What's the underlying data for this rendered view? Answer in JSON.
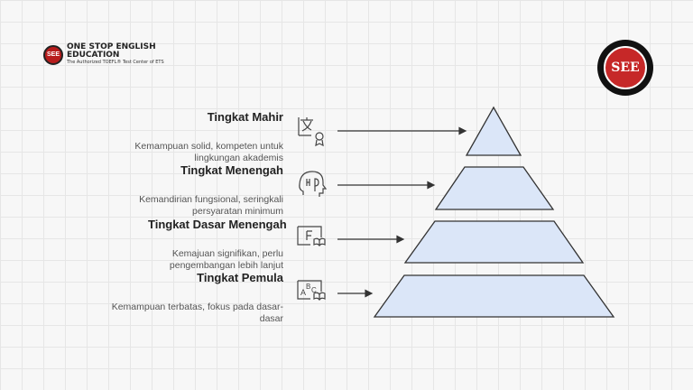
{
  "header": {
    "brand_line1": "ONE STOP ENGLISH",
    "brand_line2": "EDUCATION",
    "brand_tagline": "The Authorized TOEFL® Test Center of ETS",
    "seal_text": "SEE",
    "badge_text": "SEE"
  },
  "levels": [
    {
      "title": "Tingkat Mahir",
      "desc": "Kemampuan solid, kompeten untuk lingkungan akademis",
      "icon": "translate-certificate-icon"
    },
    {
      "title": "Tingkat Menengah",
      "desc": "Kemandirian fungsional, seringkali persyaratan minimum",
      "icon": "head-tools-icon"
    },
    {
      "title": "Tingkat Dasar Menengah",
      "desc": "Kemajuan signifikan, perlu pengembangan lebih lanjut",
      "icon": "letter-f-book-icon"
    },
    {
      "title": "Tingkat Pemula",
      "desc": "Kemampuan terbatas, fokus pada dasar-dasar",
      "icon": "abc-book-icon"
    }
  ],
  "colors": {
    "pyramid_fill": "#dbe6f8",
    "pyramid_stroke": "#333333",
    "arrow": "#333333"
  }
}
